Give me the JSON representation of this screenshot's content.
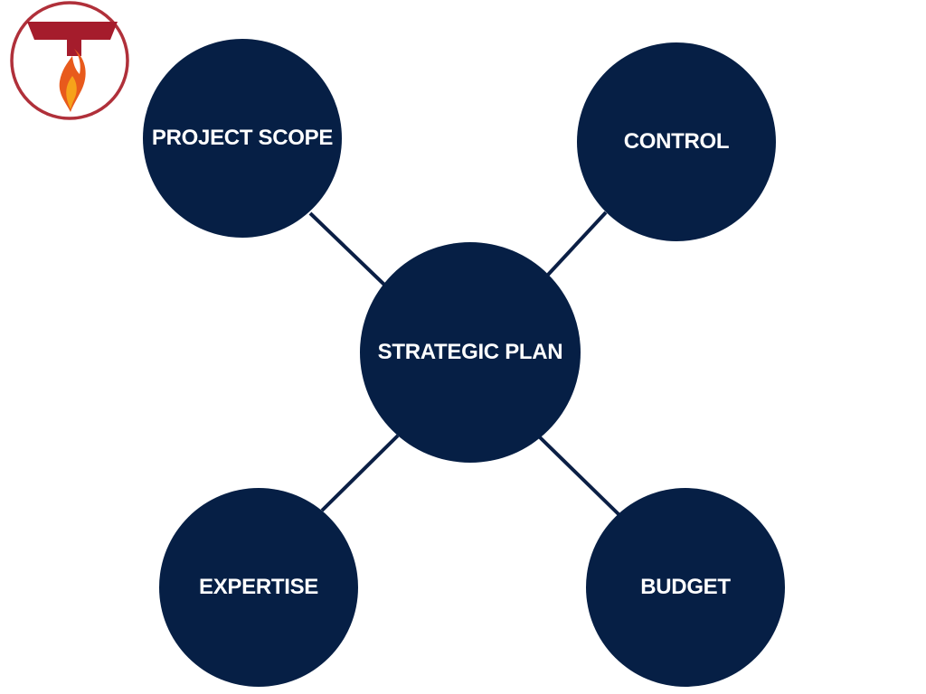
{
  "logo": {
    "icon": "t-flame-logo-icon",
    "letter": "T",
    "colors": {
      "ring": "#b0303a",
      "letter": "#a51c2c",
      "flame_outer": "#e85a1c",
      "flame_inner": "#f6a21a",
      "background": "#ffffff"
    }
  },
  "diagram": {
    "center": {
      "label": "STRATEGIC PLAN"
    },
    "nodes": [
      {
        "id": "project-scope",
        "label": "PROJECT SCOPE"
      },
      {
        "id": "control",
        "label": "CONTROL"
      },
      {
        "id": "expertise",
        "label": "EXPERTISE"
      },
      {
        "id": "budget",
        "label": "BUDGET"
      }
    ],
    "edges": [
      {
        "from": "STRATEGIC PLAN",
        "to": "PROJECT SCOPE"
      },
      {
        "from": "STRATEGIC PLAN",
        "to": "CONTROL"
      },
      {
        "from": "STRATEGIC PLAN",
        "to": "EXPERTISE"
      },
      {
        "from": "STRATEGIC PLAN",
        "to": "BUDGET"
      }
    ]
  },
  "colors": {
    "node_fill": "#061f45",
    "connector": "#0b1f45",
    "label_text": "#ffffff"
  }
}
